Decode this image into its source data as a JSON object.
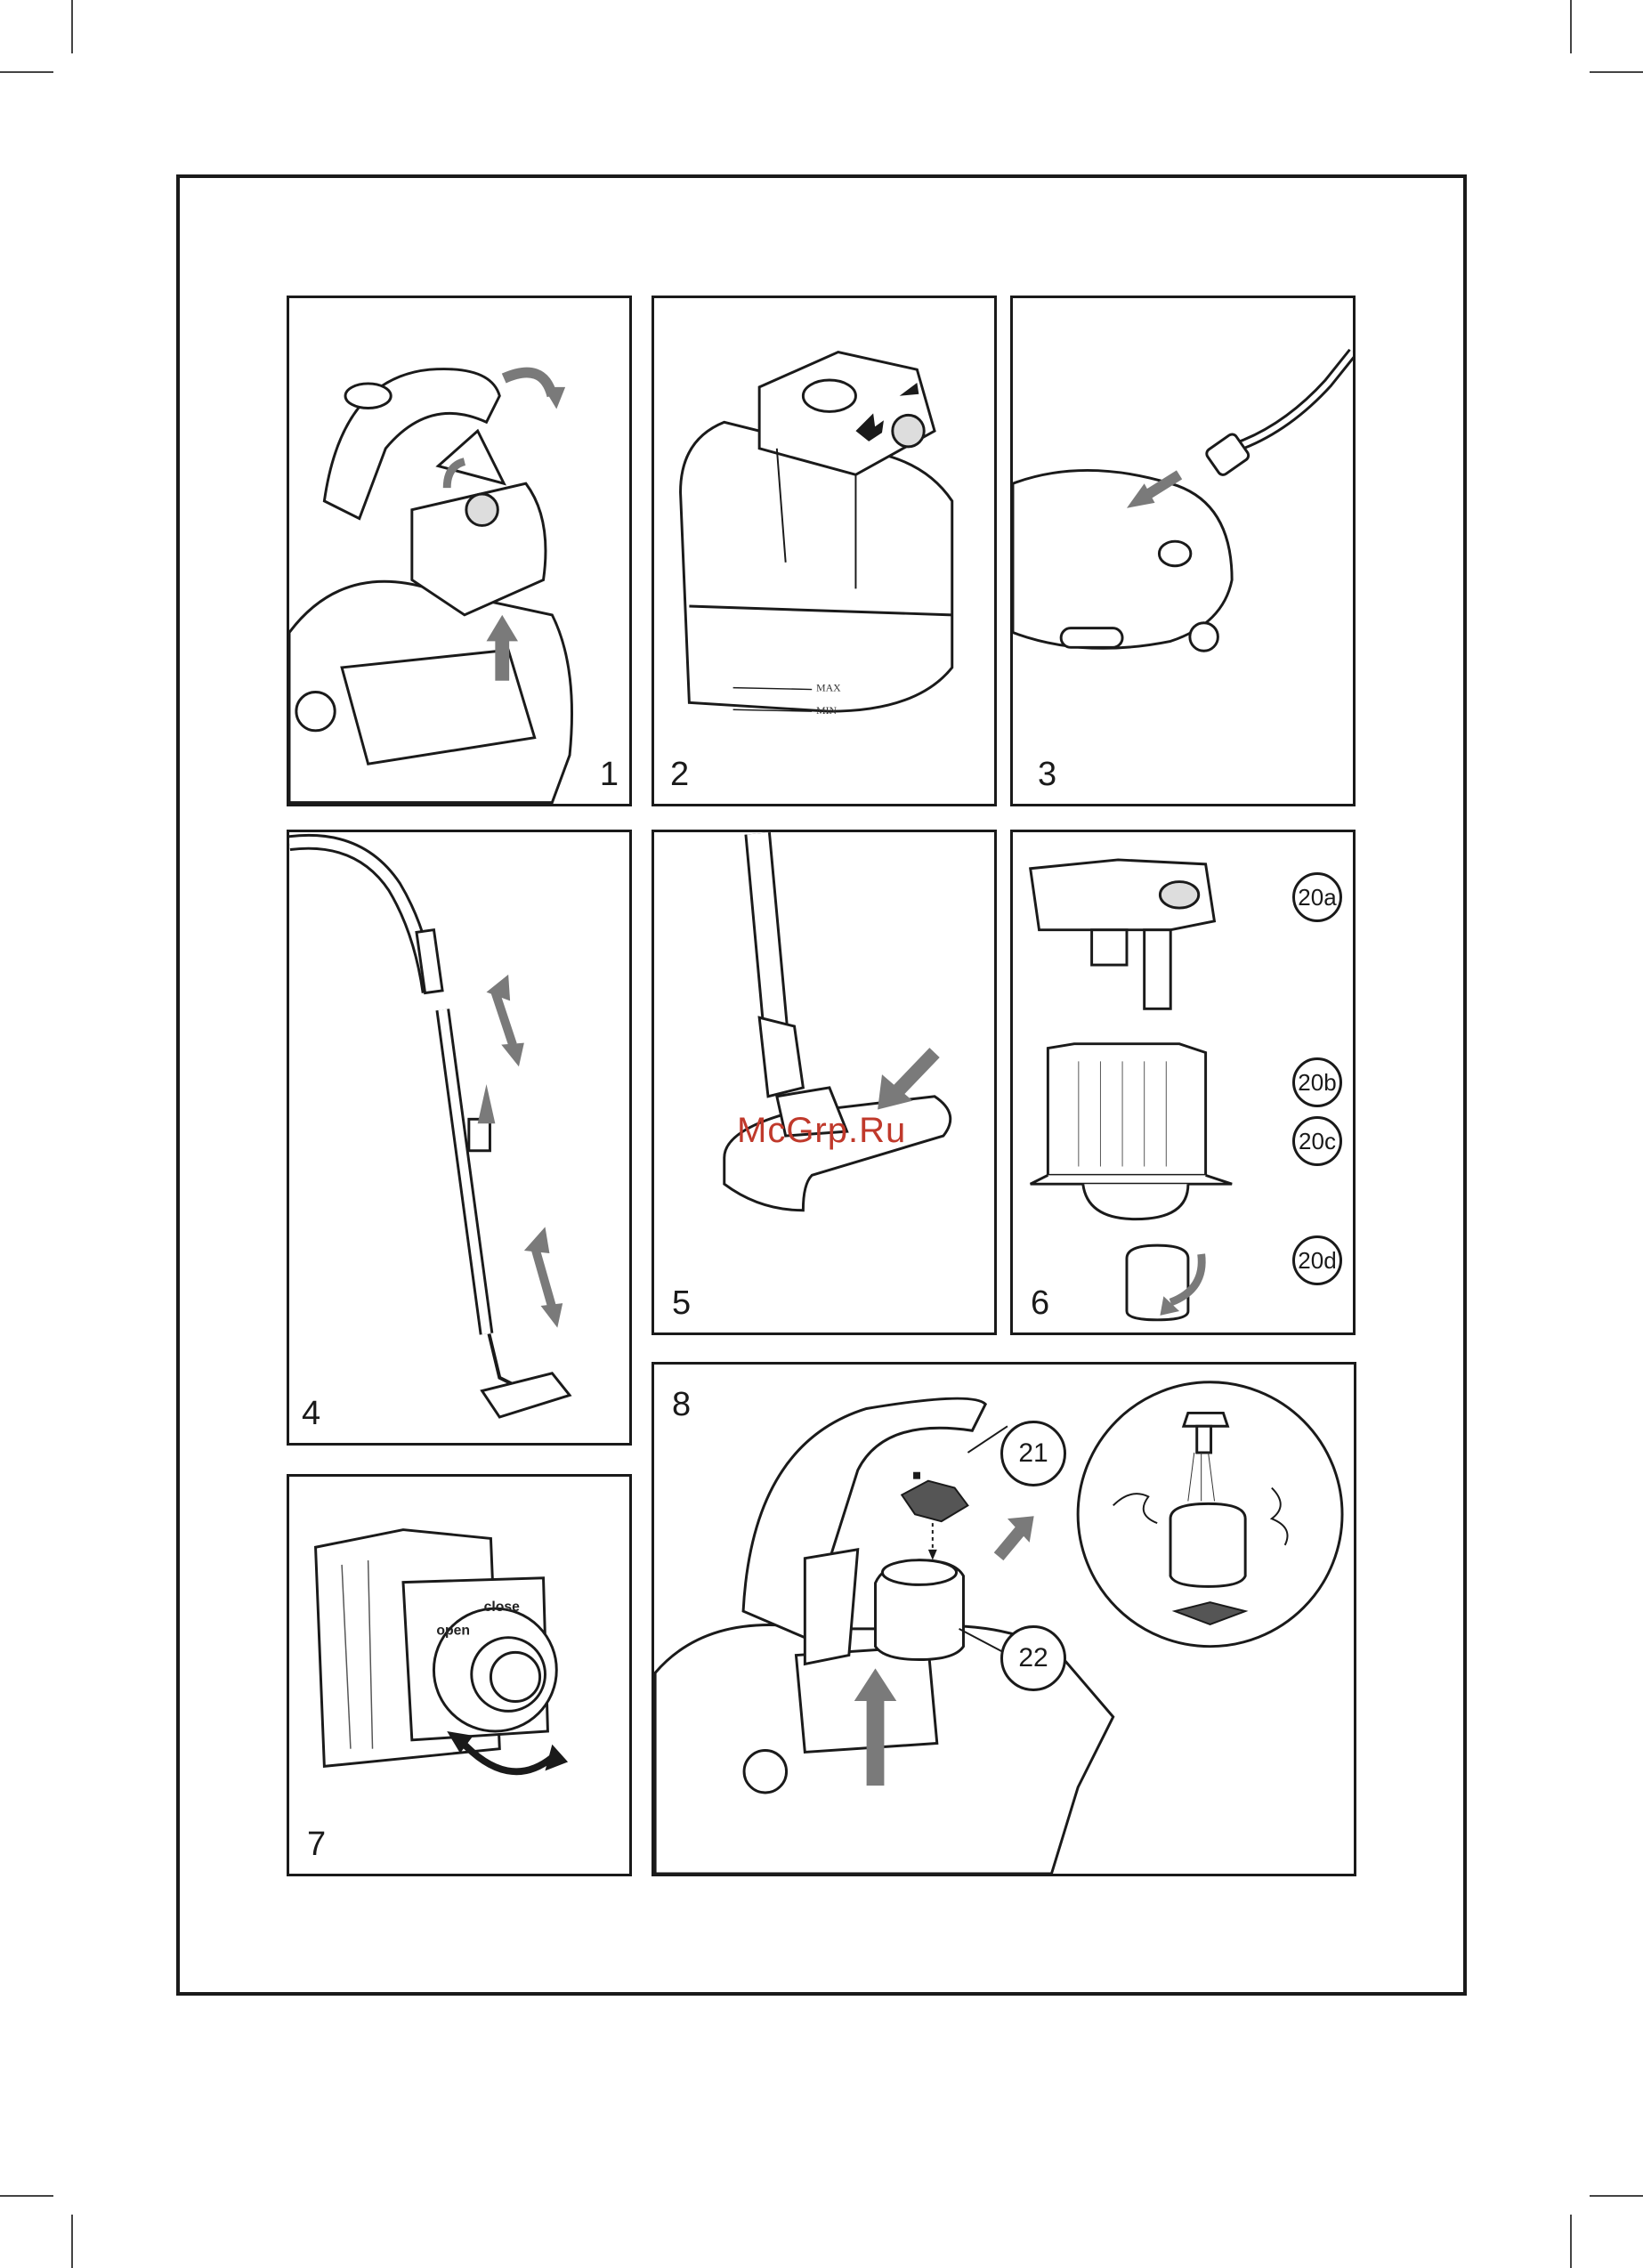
{
  "panels": [
    {
      "number": "1"
    },
    {
      "number": "2"
    },
    {
      "number": "3"
    },
    {
      "number": "4"
    },
    {
      "number": "5"
    },
    {
      "number": "6"
    },
    {
      "number": "7"
    },
    {
      "number": "8"
    }
  ],
  "panel2_labels": {
    "max": "MAX",
    "min": "MIN"
  },
  "panel6_callouts": [
    "20a",
    "20b",
    "20c",
    "20d"
  ],
  "panel7_labels": {
    "close": "close",
    "open": "open"
  },
  "panel8_callouts": [
    "21",
    "22"
  ],
  "watermark": "McGrp.Ru",
  "colors": {
    "ink": "#1a1a1a",
    "arrow_fill": "#7a7a7a",
    "body_fill": "#ffffff",
    "watermark": "#c0392b"
  }
}
